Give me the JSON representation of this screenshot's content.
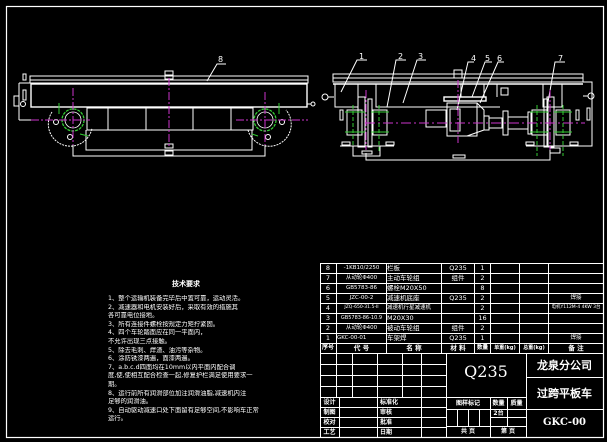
{
  "drawing": {
    "background": "#000000",
    "line_color": "#ffffff",
    "centerline_color": "#cc33cc",
    "axis_color": "#33cc33"
  },
  "views": {
    "side_view": {
      "balloons": [
        "8"
      ]
    },
    "front_view": {
      "balloons": [
        "1",
        "2",
        "3",
        "4",
        "5",
        "6",
        "7"
      ]
    }
  },
  "technical_requirements": {
    "title": "技术要求",
    "items": [
      "1、整个运输机装备完毕后中置可靠，运动灵活。",
      "2、减速器和电机安装好后，采取有效的措施其",
      "   各可靠电位接地。",
      "3、所有连接件螺栓按规定力矩拧紧固。",
      "4、四个车轮踏面应在同一平面内，",
      "   不允许出现三点接触。",
      "5、除去毛刺、焊渣、油污等杂物。",
      "6、涂防锈漆两遍，面漆两遍。",
      "7、a.b.c.d四面均在10mm以内平面内配合调",
      "度,使,使相互配合检查一起,修复护栏满足使用要求一",
      "期。",
      "8、运行前所有润滑部位加注润滑油脂,减速机内注",
      "   足够的润滑油。",
      "9、自动驱动减速口处下面留有足够空间,不影响车正常",
      "运行。"
    ]
  },
  "bom": {
    "rows": [
      {
        "no": "8",
        "code": "-1KB10/2250",
        "name": "栏板",
        "material": "Q235",
        "qty": "1",
        "note": ""
      },
      {
        "no": "7",
        "code": "从动轮Φ400",
        "name": "主动车轮组",
        "material": "组件",
        "qty": "2",
        "note": ""
      },
      {
        "no": "6",
        "code": "GB5783-86",
        "name": "螺栓M20X50",
        "material": "",
        "qty": "8",
        "note": ""
      },
      {
        "no": "5",
        "code": "JZC-00-2",
        "name": "减速机底座",
        "material": "Q235",
        "qty": "2",
        "note": "焊接"
      },
      {
        "no": "4",
        "code": "JZQ-650-31.5-II",
        "name": "减速机行星减速机",
        "material": "",
        "qty": "2",
        "note": "电机Y112M-4 4KW 3台"
      },
      {
        "no": "3",
        "code": "GB5783-86-10.9",
        "name": "M20X30",
        "material": "",
        "qty": "16",
        "note": ""
      },
      {
        "no": "2",
        "code": "从动轮Φ400",
        "name": "被动车轮组",
        "material": "组件",
        "qty": "2",
        "note": ""
      },
      {
        "no": "1",
        "code": "GKC-00-01",
        "name": "车架焊",
        "material": "Q235",
        "qty": "1",
        "note": "焊接"
      }
    ],
    "header": {
      "no": "序号",
      "code": "代 号",
      "name": "名 称",
      "material": "材 料",
      "qty": "数量",
      "unit_weight": "单重(kg)",
      "total_weight": "总重(kg)",
      "note": "备 注"
    }
  },
  "title_block": {
    "material": "Q235",
    "company": "龙泉分公司",
    "drawing_name": "过跨平板车",
    "drawing_no": "GKC-00",
    "stage_label": "图样标记",
    "quantity_label": "数量",
    "mass_label": "质量",
    "quantity_value": "2台",
    "sheet_total_label": "共  页",
    "sheet_label": "第  页",
    "roles": [
      {
        "label": "设计",
        "label2": "标准化"
      },
      {
        "label": "制图",
        "label2": "审核"
      },
      {
        "label": "校对",
        "label2": "批准"
      },
      {
        "label": "工艺",
        "label2": "日期"
      }
    ]
  }
}
